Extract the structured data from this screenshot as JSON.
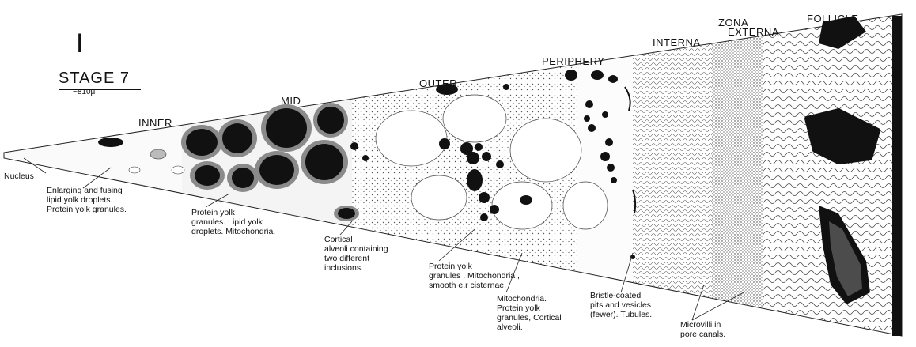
{
  "figure": {
    "roman_numeral": "I",
    "stage_title": "STAGE 7",
    "stage_size": "~810μ"
  },
  "zones": {
    "inner": "INNER",
    "mid": "MID",
    "outer": "OUTER",
    "periphery": "PERIPHERY",
    "zona": "ZONA",
    "interna": "INTERNA",
    "externa": "EXTERNA",
    "follicle": "FOLLICLE"
  },
  "annotations": {
    "nucleus": "Nucleus",
    "inner_note": "Enlarging and fusing\nlipid yolk droplets.\nProtein yolk granules.",
    "mid_note": "Protein yolk\ngranules. Lipid yolk\ndroplets. Mitochondria.",
    "cortical_note": "Cortical\nalveoli containing\ntwo different\ninclusions.",
    "outer_note": "Protein yolk\ngranules . Mitochondria ,\nsmooth e.r cisternae.",
    "periphery_note": "Mitochondria.\nProtein yolk\ngranules, Cortical\nalveoli.",
    "interna_note": "Bristle-coated\npits and vesicles\n(fewer). Tubules.",
    "externa_note": "Microvilli in\npore canals."
  },
  "colors": {
    "ink": "#111111",
    "stipple": "#555555",
    "lipid_halo": "#8a8a8a"
  }
}
